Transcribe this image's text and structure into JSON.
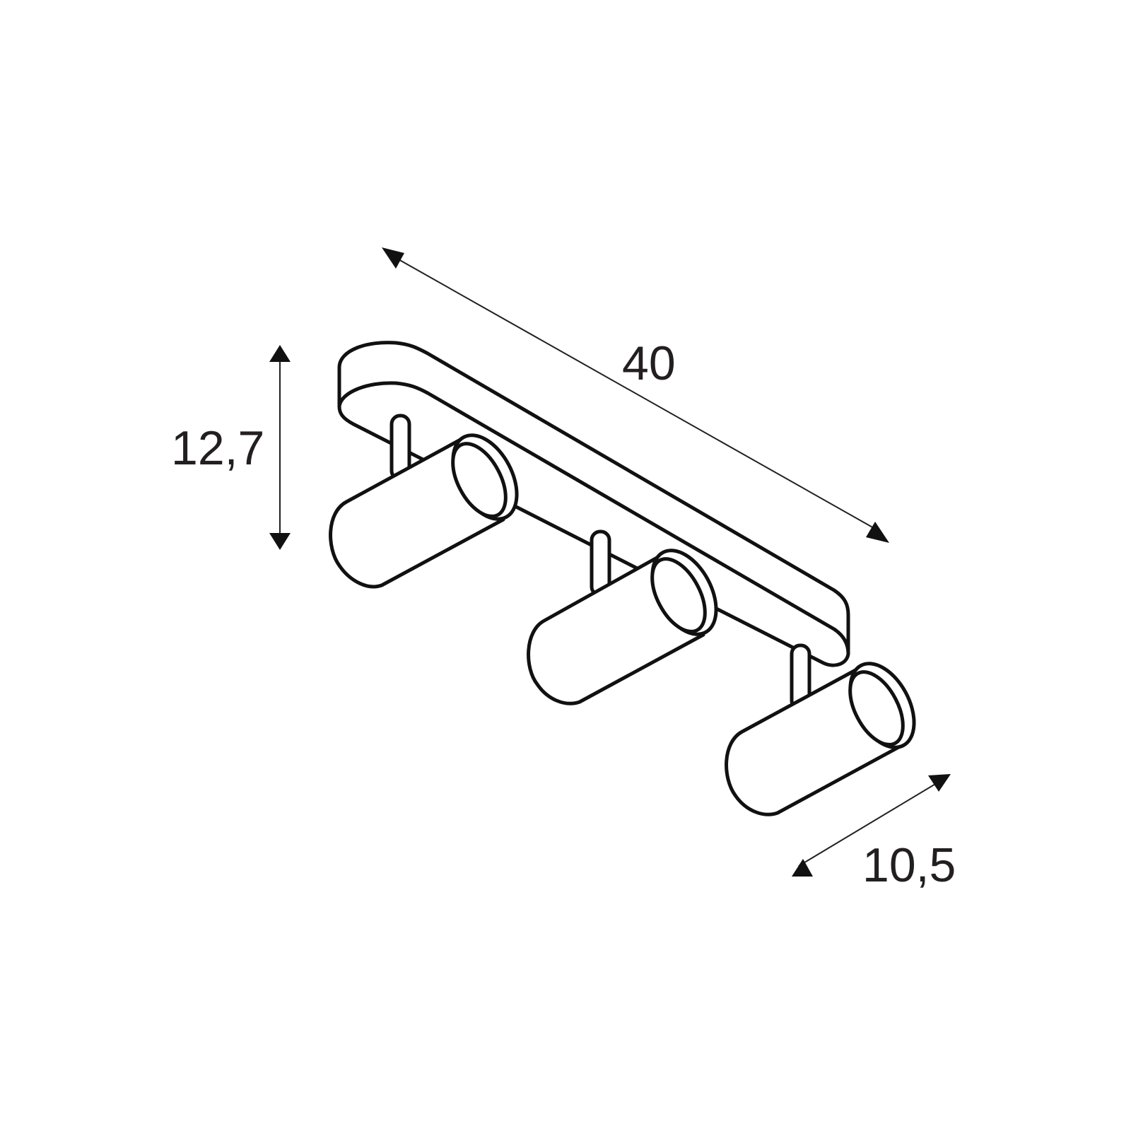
{
  "drawing": {
    "subject": "Triple spotlight ceiling bar",
    "units": "cm",
    "line_color": "#111111",
    "background": "#ffffff"
  },
  "dimensions": {
    "length": {
      "label": "40",
      "value": 40
    },
    "height": {
      "label": "12,7",
      "value": 12.7
    },
    "depth": {
      "label": "10,5",
      "value": 10.5
    }
  },
  "spotlights": [
    {
      "name": "spotlight-1"
    },
    {
      "name": "spotlight-2"
    },
    {
      "name": "spotlight-3"
    }
  ]
}
